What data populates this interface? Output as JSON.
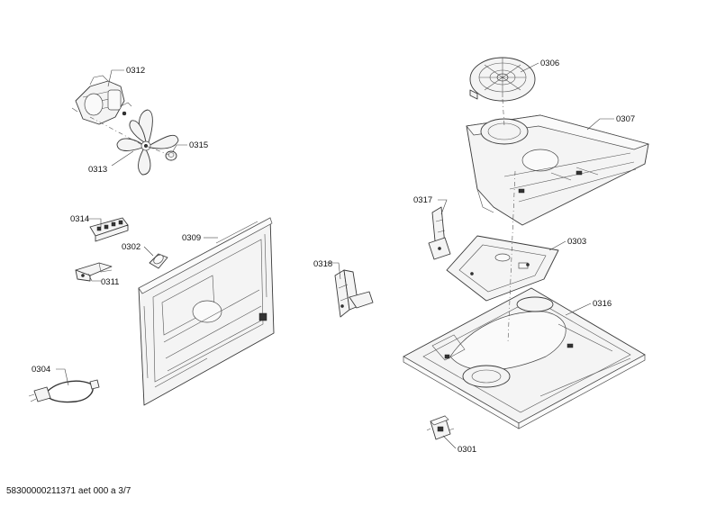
{
  "labels": {
    "p0312": "0312",
    "p0313": "0313",
    "p0315": "0315",
    "p0314": "0314",
    "p0302": "0302",
    "p0309": "0309",
    "p0311": "0311",
    "p0304": "0304",
    "p0318": "0318",
    "p0317": "0317",
    "p0306": "0306",
    "p0307": "0307",
    "p0303": "0303",
    "p0316": "0316",
    "p0301": "0301"
  },
  "footer": "58300000211371 aet 000 a 3/7"
}
